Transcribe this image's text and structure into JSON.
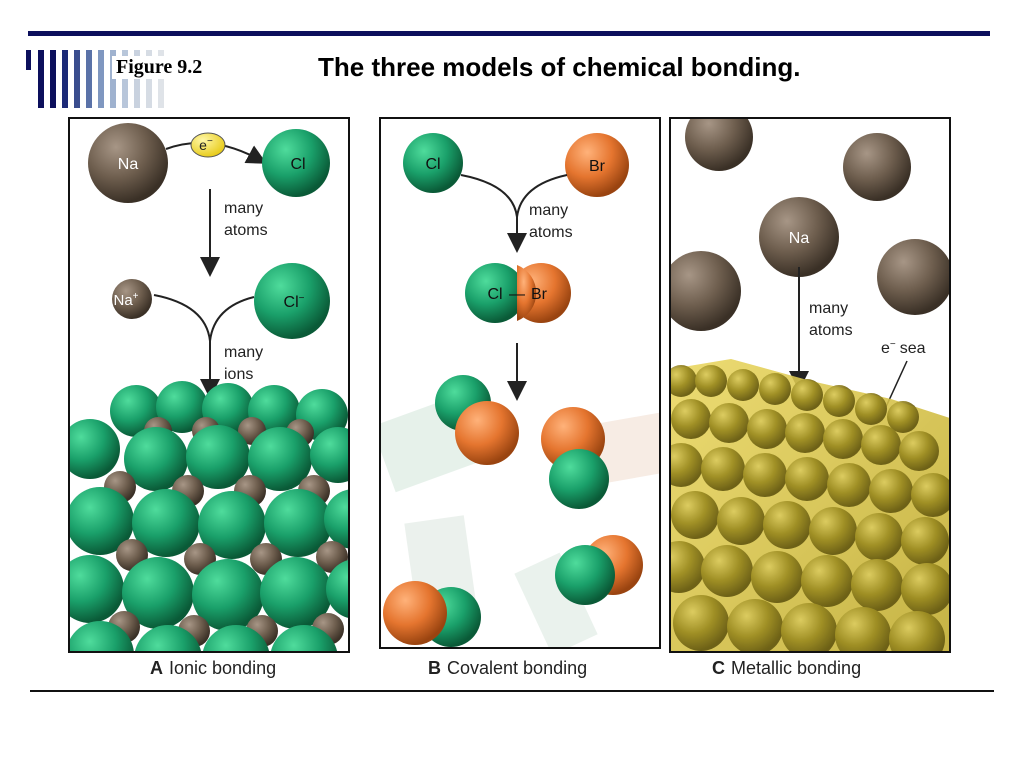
{
  "header": {
    "figure_label": "Figure 9.2",
    "title": "The three models of chemical bonding."
  },
  "panels": {
    "ionic": {
      "letter": "A",
      "caption": "Ionic bonding",
      "atom_na": "Na",
      "atom_cl": "Cl",
      "electron": "e",
      "electron_sup": "−",
      "step1_l1": "many",
      "step1_l2": "atoms",
      "ion_na": "Na",
      "ion_na_sup": "+",
      "ion_cl": "Cl",
      "ion_cl_sup": "−",
      "step2_l1": "many",
      "step2_l2": "ions"
    },
    "covalent": {
      "letter": "B",
      "caption": "Covalent bonding",
      "atom_cl": "Cl",
      "atom_br": "Br",
      "step_l1": "many",
      "step_l2": "atoms",
      "molecule_cl": "Cl",
      "molecule_bond": "—",
      "molecule_br": "Br"
    },
    "metallic": {
      "letter": "C",
      "caption": "Metallic bonding",
      "atom_na": "Na",
      "step_l1": "many",
      "step_l2": "atoms",
      "sea_label_e": "e",
      "sea_label_sup": "−",
      "sea_label_word": "sea"
    }
  },
  "colors": {
    "navy": "#0c0f5c",
    "chlorine_green": "#1aa06a",
    "sodium_brown": "#6e5e4e",
    "bromine_orange": "#e5752f",
    "electron_yellow": "#f4e23a",
    "metal_olive": "#9c8a1e"
  }
}
